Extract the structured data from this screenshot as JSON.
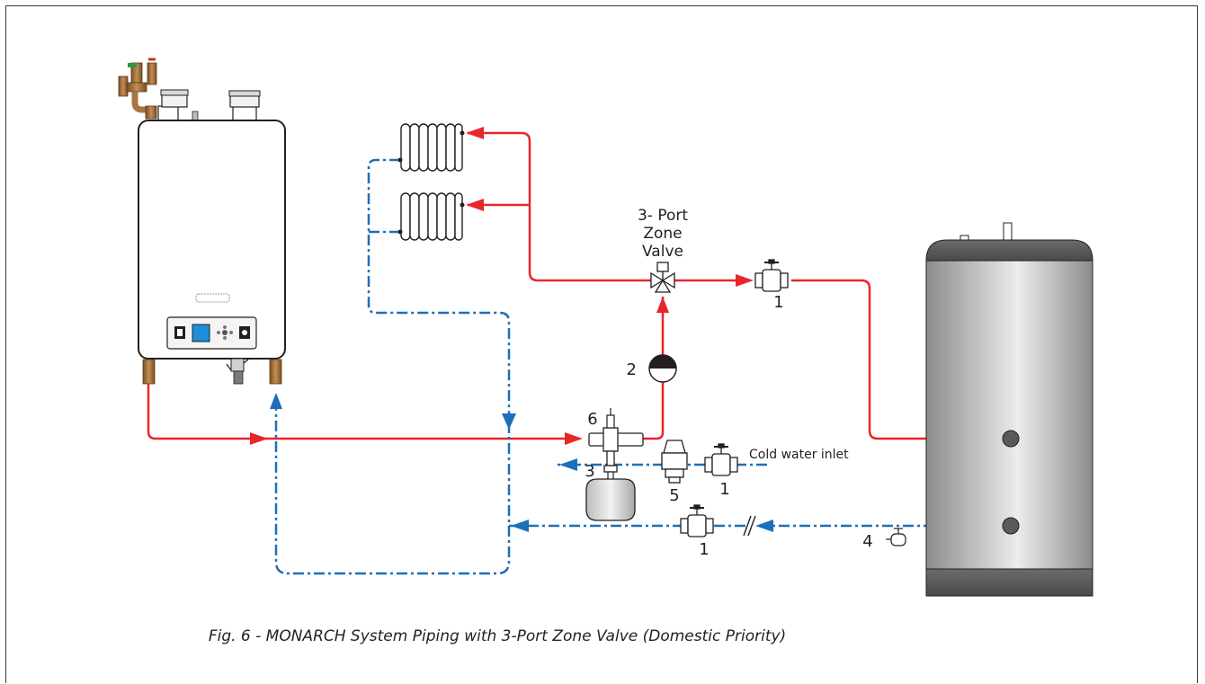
{
  "labels": {
    "zone_valve_line1": "3- Port",
    "zone_valve_line2": "Zone",
    "zone_valve_line3": "Valve",
    "n1_top": "1",
    "n2_pump": "2",
    "n6_vent": "6",
    "n3_tank": "3",
    "n5_prv": "5",
    "n1_cold": "1",
    "cold_water_inlet": "Cold water inlet",
    "n1_bottom": "1",
    "n4_drain": "4"
  },
  "caption": "Fig. 6 - MONARCH System Piping with 3-Port Zone Valve (Domestic Priority)",
  "colors": {
    "supply": "#e8262a",
    "return": "#1d6fb8",
    "outline": "#231f20",
    "boiler_fill": "#ffffff",
    "brass": "#a9753e",
    "display": "#1c8fd8",
    "tank_cap": "#5a5a5a",
    "tank_body_mid": "#e6e6e6",
    "tank_body_edge": "#8c8c8c",
    "expansion_tank": "#dcdcdc"
  },
  "icons": [
    "boiler",
    "radiator",
    "three-port-zone-valve",
    "ball-valve",
    "circulator-pump",
    "air-vent",
    "expansion-tank",
    "pressure-reducing-valve",
    "hot-water-cylinder",
    "drain-valve",
    "pipe-break"
  ]
}
